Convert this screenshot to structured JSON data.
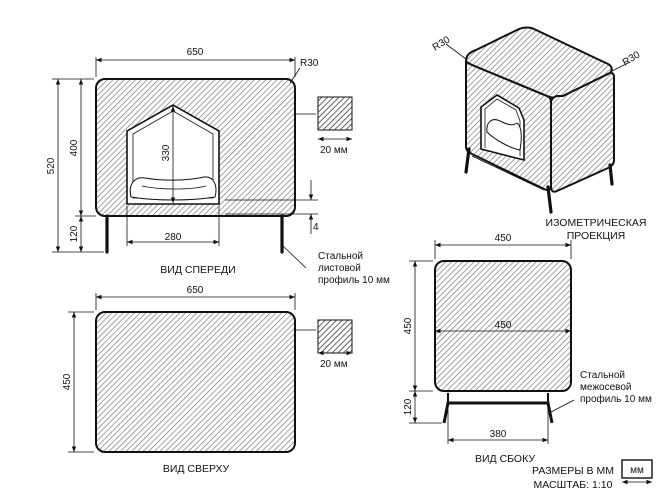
{
  "views": {
    "front": {
      "caption": "ВИД СПЕРЕДИ",
      "dim_width": "650",
      "dim_radius": "R30",
      "dim_height_total": "520",
      "dim_height_body": "400",
      "dim_leg_height": "120",
      "dim_opening_height": "330",
      "dim_opening_width": "280",
      "dim_gap": "4",
      "legend_size": "20 мм",
      "note_lines": [
        "Стальной",
        "листовой",
        "профиль 10 мм"
      ]
    },
    "top": {
      "caption": "ВИД СВЕРХУ",
      "dim_width": "650",
      "dim_depth": "450",
      "legend_size": "20 мм"
    },
    "side": {
      "caption": "ВИД СБОКУ",
      "dim_width_top": "450",
      "dim_width_inner": "450",
      "dim_height_body": "450",
      "dim_leg_height": "120",
      "dim_base_width": "380",
      "note_lines": [
        "Стальной",
        "межосевой",
        "профиль 10 мм"
      ]
    },
    "iso": {
      "caption_lines": [
        "ИЗОМЕТРИЧЕСКАЯ",
        "ПРОЕКЦИЯ"
      ],
      "radius_left": "R30",
      "radius_right": "R30"
    }
  },
  "footer": {
    "line1": "РАЗМЕРЫ В ММ",
    "line2": "МАСШТАБ: 1:10",
    "unit_box": "мм"
  }
}
